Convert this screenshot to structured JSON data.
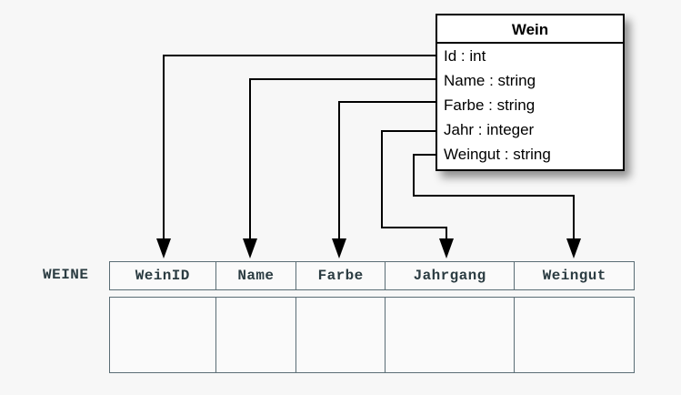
{
  "diagram": {
    "title_text": "Wein",
    "uml_class": {
      "name": "Wein",
      "attributes": [
        {
          "label": "Id : int",
          "name": "Id",
          "type": "int"
        },
        {
          "label": "Name : string",
          "name": "Name",
          "type": "string"
        },
        {
          "label": "Farbe : string",
          "name": "Farbe",
          "type": "string"
        },
        {
          "label": "Jahr : integer",
          "name": "Jahr",
          "type": "integer"
        },
        {
          "label": "Weingut : string",
          "name": "Weingut",
          "type": "string"
        }
      ]
    },
    "relational_table": {
      "table_label": "WEINE",
      "columns": [
        "WeinID",
        "Name",
        "Farbe",
        "Jahrgang",
        "Weingut"
      ],
      "rows": [
        [
          "",
          "",
          "",
          "",
          ""
        ]
      ]
    },
    "mappings": [
      {
        "from": "Id : int",
        "to": "WeinID"
      },
      {
        "from": "Name : string",
        "to": "Name"
      },
      {
        "from": "Farbe : string",
        "to": "Farbe"
      },
      {
        "from": "Jahr : integer",
        "to": "Jahrgang"
      },
      {
        "from": "Weingut : string",
        "to": "Weingut"
      }
    ],
    "colors": {
      "background": "#f7f7f7",
      "box_fill": "#ffffff",
      "box_border": "#000000",
      "connector": "#000000",
      "table_border": "#5a6d75",
      "table_text": "#2b3c42",
      "table_fill": "#fafafa"
    }
  }
}
